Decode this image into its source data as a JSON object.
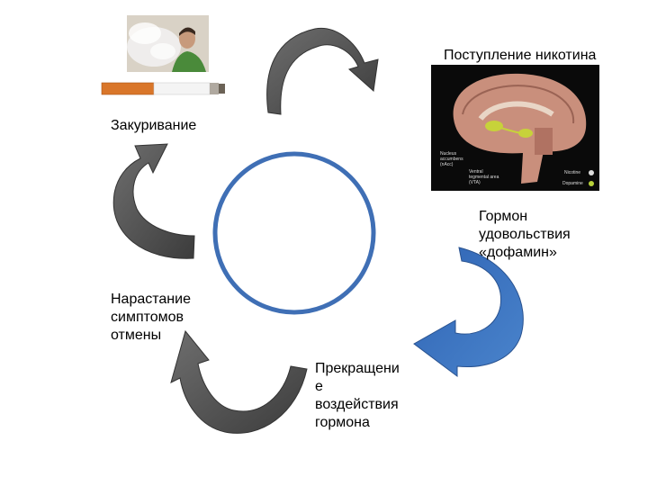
{
  "labels": {
    "smoking": "Закуривание",
    "nicotine": "Поступление никотина",
    "dopamine": "Гормон\nудовольствия\n«дофамин»",
    "withdrawal": "Нарастание\nсимптомов\nотмены",
    "cessation": "Прекращени\nе\nвоздействия\nгормона"
  },
  "brain_image": {
    "nacc_caption": "Nucleus\naccumbens\n(nAcc)",
    "vta_caption": "Ventral\ntegmental area\n(VTA)",
    "legend_nicotine": "Nicotine",
    "legend_dopamine": "Dopamine"
  },
  "colors": {
    "circle_stroke": "#3f6fb5",
    "arrow_gray": "#555555",
    "arrow_blue": "#3a6fb8"
  }
}
